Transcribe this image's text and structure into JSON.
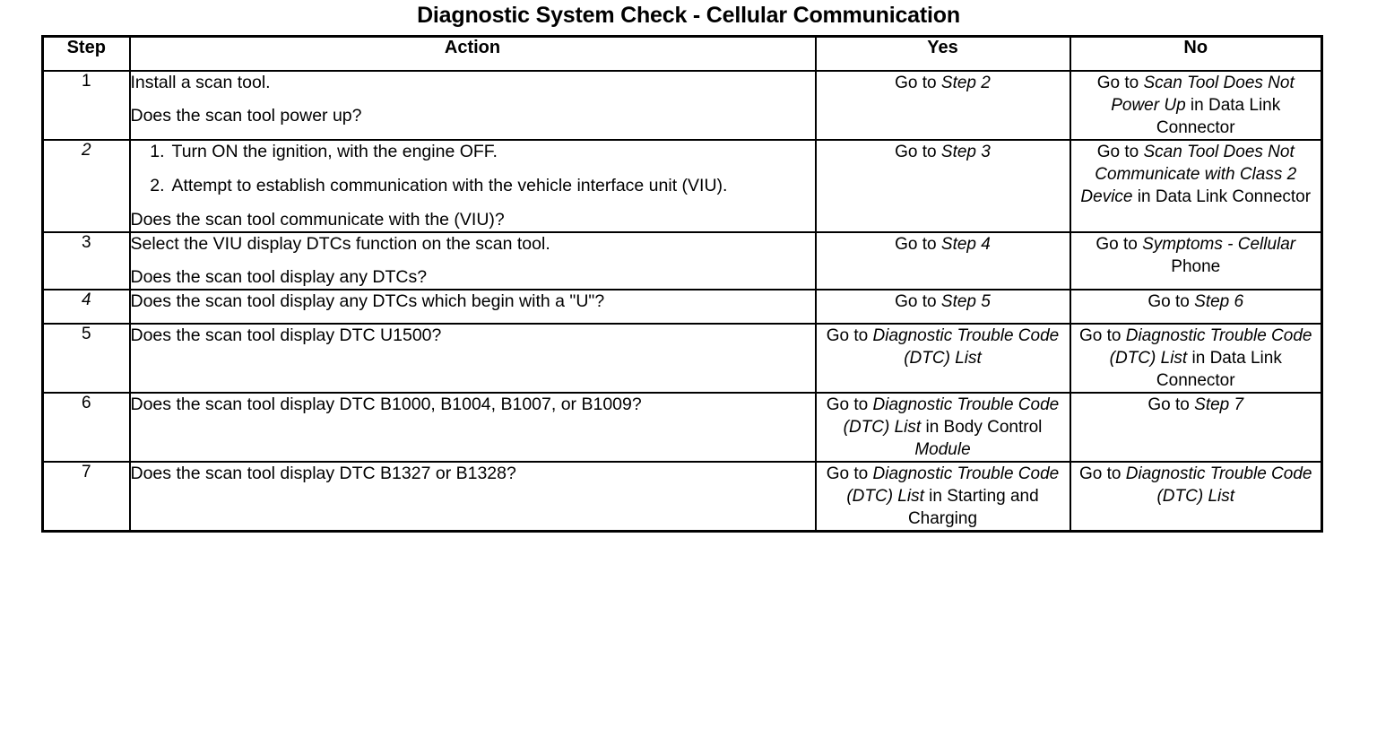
{
  "document": {
    "title": "Diagnostic System Check - Cellular Communication"
  },
  "table": {
    "headers": {
      "step": "Step",
      "action": "Action",
      "yes": "Yes",
      "no": "No"
    },
    "rows": [
      {
        "step": "1",
        "step_italic": false,
        "action": {
          "type": "paragraphs",
          "lines": [
            "Install a scan tool.",
            "Does the scan tool power up?"
          ]
        },
        "yes": {
          "align": "bottom",
          "parts": [
            {
              "t": "Go to ",
              "i": false
            },
            {
              "t": "Step 2",
              "i": true
            }
          ]
        },
        "no": {
          "align": "top",
          "parts": [
            {
              "t": "Go to ",
              "i": false
            },
            {
              "t": "Scan Tool Does Not Power Up",
              "i": true
            },
            {
              "t": " in Data Link Connector",
              "i": false
            }
          ]
        }
      },
      {
        "step": "2",
        "step_italic": true,
        "action": {
          "type": "ordered",
          "items": [
            "Turn ON the ignition, with the engine OFF.",
            "Attempt to establish communication with the vehicle interface unit (VIU)."
          ],
          "tail": "Does the scan tool communicate with the (VIU)?"
        },
        "yes": {
          "align": "bottom",
          "parts": [
            {
              "t": "Go to ",
              "i": false
            },
            {
              "t": "Step 3",
              "i": true
            }
          ]
        },
        "no": {
          "align": "top",
          "parts": [
            {
              "t": "Go to ",
              "i": false
            },
            {
              "t": "Scan Tool Does Not Communicate with Class 2 Device",
              "i": true
            },
            {
              "t": " in Data Link Connector",
              "i": false
            }
          ]
        }
      },
      {
        "step": "3",
        "step_italic": false,
        "action": {
          "type": "paragraphs",
          "lines": [
            "Select the VIU display DTCs function on the scan tool.",
            "Does the scan tool display any DTCs?"
          ]
        },
        "yes": {
          "align": "bottom",
          "parts": [
            {
              "t": "Go to ",
              "i": false
            },
            {
              "t": "Step 4",
              "i": true
            }
          ]
        },
        "no": {
          "align": "top",
          "parts": [
            {
              "t": "Go to ",
              "i": false
            },
            {
              "t": "Symptoms - Cellular",
              "i": true
            },
            {
              "t": " Phone",
              "i": false
            }
          ]
        }
      },
      {
        "step": "4",
        "step_italic": true,
        "action": {
          "type": "single",
          "lines": [
            "Does the scan tool display any DTCs which begin with a \"U\"?"
          ]
        },
        "yes": {
          "align": "middle",
          "parts": [
            {
              "t": "Go to ",
              "i": false
            },
            {
              "t": "Step 5",
              "i": true
            }
          ]
        },
        "no": {
          "align": "middle",
          "parts": [
            {
              "t": "Go to ",
              "i": false
            },
            {
              "t": "Step 6",
              "i": true
            }
          ]
        }
      },
      {
        "step": "5",
        "step_italic": false,
        "action": {
          "type": "paragraphs",
          "lines": [
            "Does the scan tool display DTC U1500?"
          ]
        },
        "yes": {
          "align": "bottom",
          "parts": [
            {
              "t": "Go to ",
              "i": false
            },
            {
              "t": "Diagnostic Trouble Code (DTC) List",
              "i": true
            }
          ]
        },
        "no": {
          "align": "top",
          "parts": [
            {
              "t": "Go to ",
              "i": false
            },
            {
              "t": "Diagnostic Trouble Code (DTC) List",
              "i": true
            },
            {
              "t": " in Data Link Connector",
              "i": false
            }
          ]
        }
      },
      {
        "step": "6",
        "step_italic": false,
        "action": {
          "type": "paragraphs",
          "lines": [
            "Does the scan tool display DTC B1000, B1004, B1007, or B1009?"
          ]
        },
        "yes": {
          "align": "top",
          "parts": [
            {
              "t": "Go to ",
              "i": false
            },
            {
              "t": "Diagnostic Trouble Code (DTC) List",
              "i": true
            },
            {
              "t": " in Body Control ",
              "i": false
            },
            {
              "t": "Module",
              "i": true
            }
          ]
        },
        "no": {
          "align": "bottom",
          "parts": [
            {
              "t": "Go to ",
              "i": false
            },
            {
              "t": "Step 7",
              "i": true
            }
          ]
        }
      },
      {
        "step": "7",
        "step_italic": false,
        "action": {
          "type": "paragraphs",
          "lines": [
            "Does the scan tool display DTC B1327 or B1328?"
          ]
        },
        "yes": {
          "align": "top",
          "parts": [
            {
              "t": "Go to ",
              "i": false
            },
            {
              "t": "Diagnostic Trouble Code (DTC) List",
              "i": true
            },
            {
              "t": " in Starting and Charging",
              "i": false
            }
          ]
        },
        "no": {
          "align": "middle",
          "parts": [
            {
              "t": "Go to ",
              "i": false
            },
            {
              "t": "Diagnostic Trouble Code (DTC) List",
              "i": true
            }
          ]
        }
      }
    ]
  }
}
